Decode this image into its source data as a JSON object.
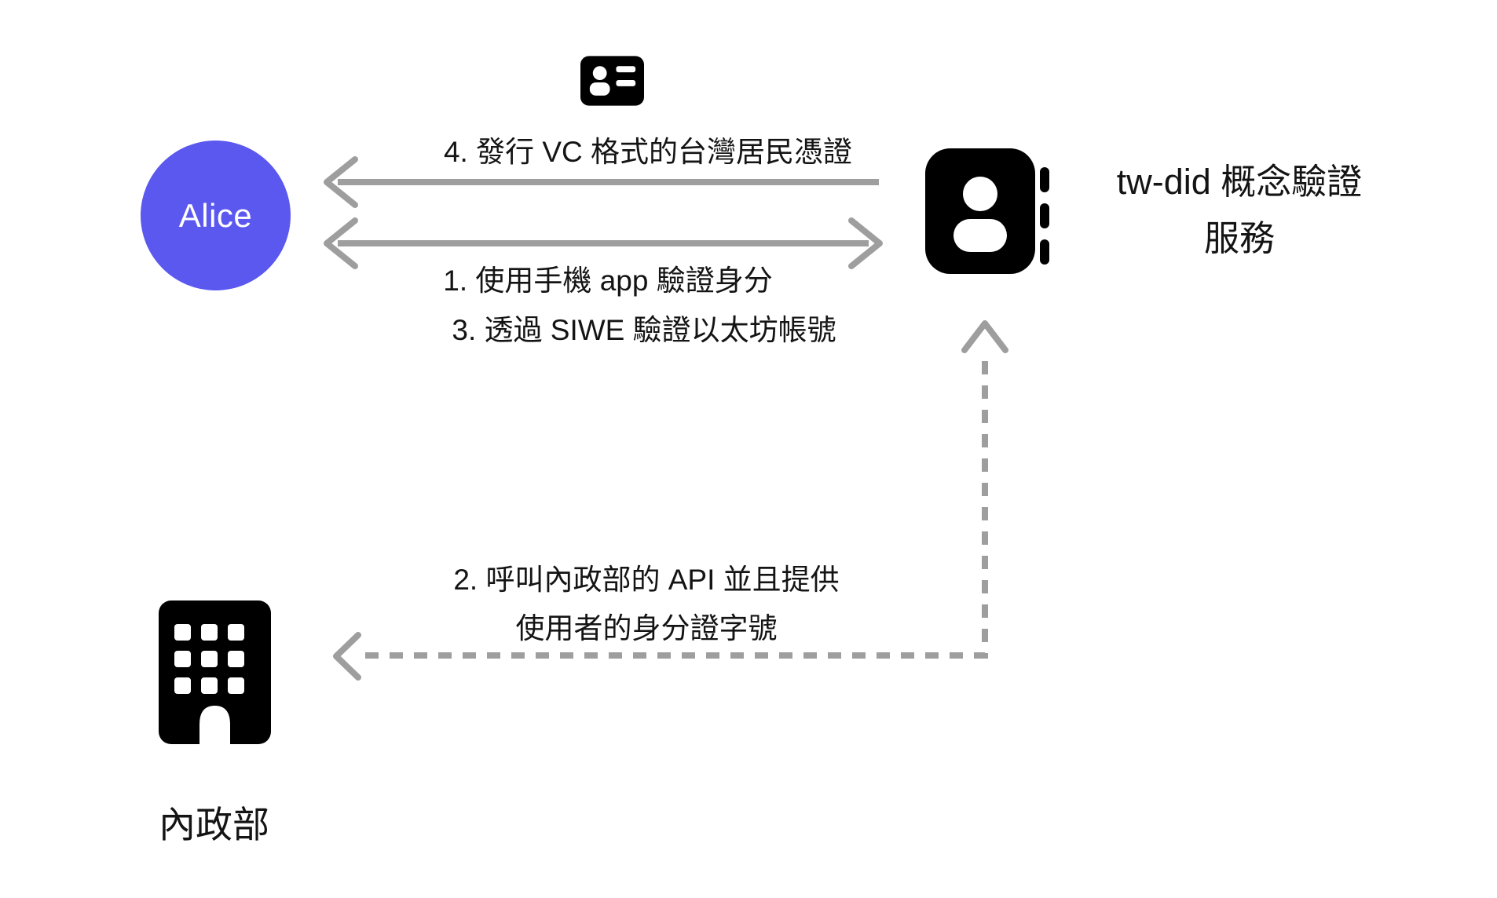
{
  "colors": {
    "background": "#ffffff",
    "accent": "#5b58f0",
    "arrow": "#9e9e9e",
    "icon": "#000000",
    "text": "#141414"
  },
  "actors": {
    "alice": {
      "label": "Alice"
    },
    "service": {
      "line1": "tw-did 概念驗證",
      "line2": "服務"
    },
    "ministry": {
      "label": "內政部"
    }
  },
  "messages": {
    "step4": "4. 發行 VC 格式的台灣居民憑證",
    "step1": "1. 使用手機 app 驗證身分",
    "step3": "3. 透過 SIWE 驗證以太坊帳號",
    "step2_line1": "2. 呼叫內政部的 API 並且提供",
    "step2_line2": "使用者的身分證字號"
  },
  "icons": {
    "id_card": "id-card-icon",
    "contact_book": "contact-book-icon",
    "building": "building-icon"
  }
}
